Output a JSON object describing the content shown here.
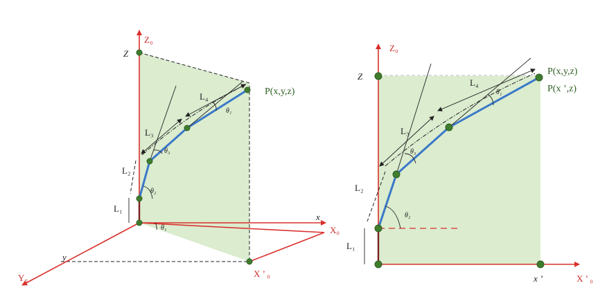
{
  "left": {
    "z_axis": "Z₀",
    "z": "Z",
    "x_axis": "X₀",
    "x": "x",
    "y_axis": "Y₀",
    "y": "y",
    "x_prime_axis": "X ’ ₀",
    "point": "P(x,y,z)",
    "L1": "L₁",
    "L2": "L₂",
    "L3": "L₃",
    "L4": "L₄",
    "t1": "θ₁",
    "t2": "θ₂",
    "t3": "θ₃",
    "t4": "θ₁"
  },
  "right": {
    "z_axis": "Z₀",
    "z": "Z",
    "x_axis": "X ’ ₀",
    "x": "x ’",
    "point1": "P(x,y,z)",
    "point2": "P(x ’,z)",
    "L1": "L₁",
    "L2": "L₂",
    "L3": "L₃",
    "L4": "L₄",
    "t2": "θ₂",
    "t3": "θ₃",
    "t4": "θ₁"
  },
  "colors": {
    "axis": "#d9302c",
    "plane": "#cfe5bf",
    "arm": "#3a78c8",
    "joint": "#3f7d2e"
  }
}
